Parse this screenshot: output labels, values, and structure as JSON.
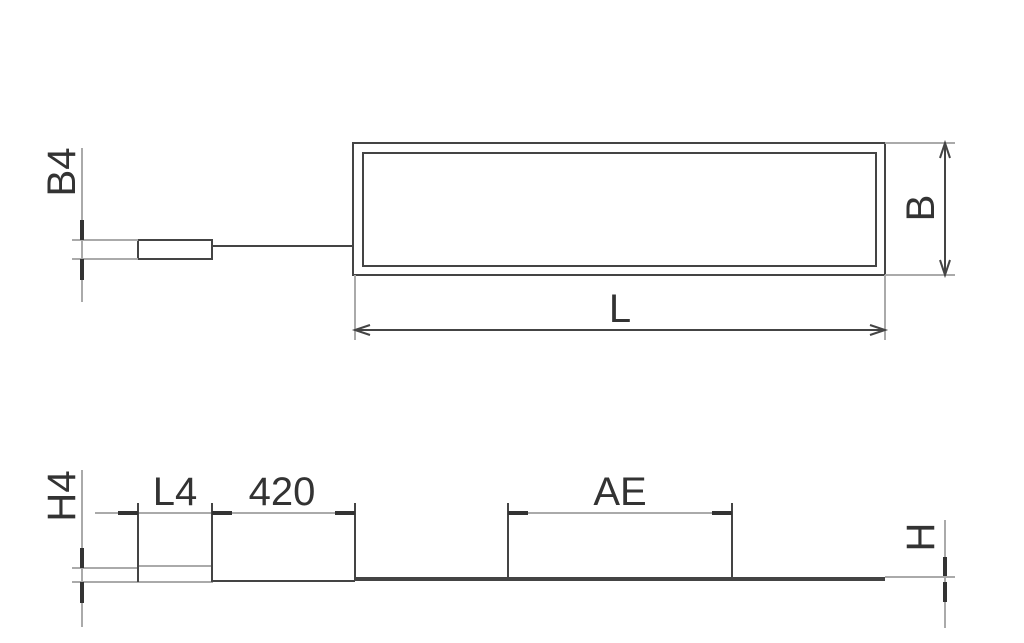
{
  "top_view": {
    "labels": {
      "b4": "B4",
      "b": "B",
      "l": "L"
    }
  },
  "side_view": {
    "labels": {
      "h4": "H4",
      "l4": "L4",
      "cable_length": "420",
      "ae": "AE",
      "h": "H"
    }
  }
}
